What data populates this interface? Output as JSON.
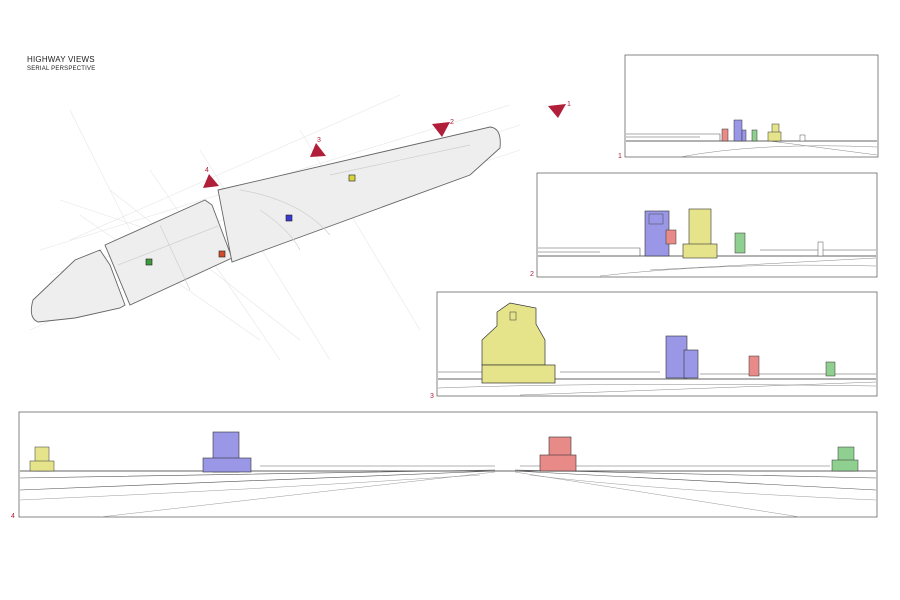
{
  "title": "HIGHWAY VIEWS",
  "subtitle": "SERIAL PERSPECTIVE",
  "viewpoints": [
    "1",
    "2",
    "3",
    "4"
  ],
  "panels": [
    {
      "label": "1"
    },
    {
      "label": "2"
    },
    {
      "label": "3"
    },
    {
      "label": "4"
    }
  ],
  "colors": {
    "accent": "#b01e3a",
    "yellow": "#e6e48a",
    "blue": "#9a97e6",
    "red": "#e88a88",
    "green": "#8fcf8f"
  }
}
